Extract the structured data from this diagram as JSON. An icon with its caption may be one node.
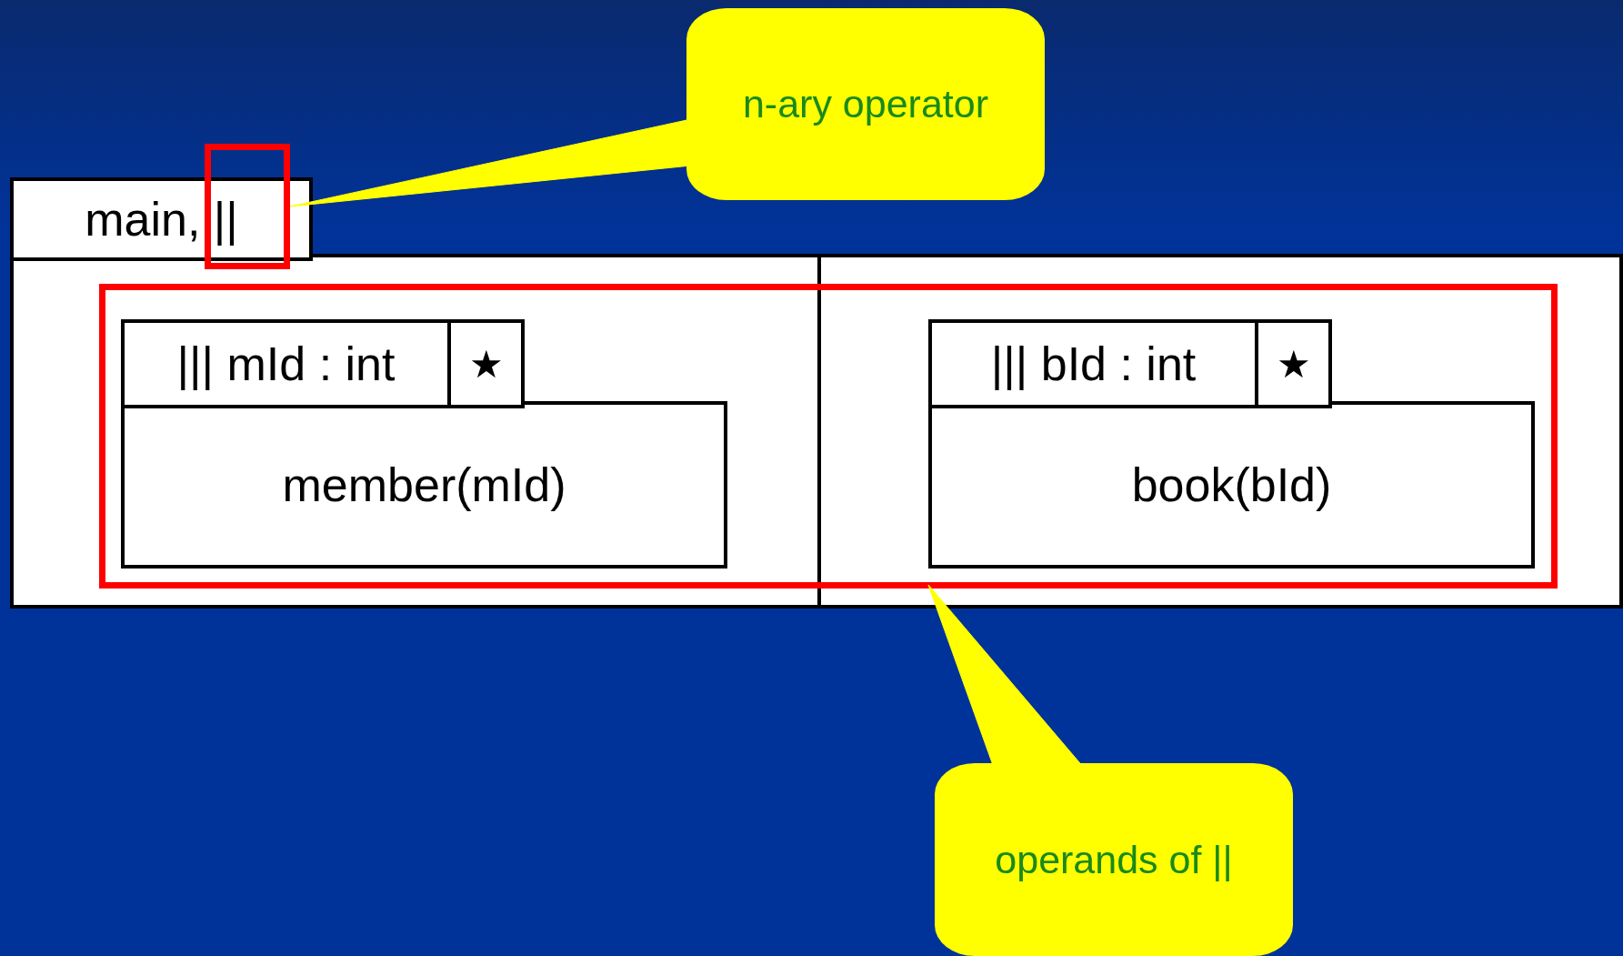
{
  "diagram": {
    "nodes": [
      {
        "text": [
          "main, ||"
        ]
      },
      {
        "text": [],
        "shape": "box"
      },
      {
        "text": [
          "||| mId : int",
          "★",
          "member(mId)"
        ],
        "in": 4
      },
      {
        "text": [
          "||| bId : int",
          "★",
          "book(bId)"
        ],
        "in": 4
      },
      {
        "text": [],
        "shape": "box",
        "in": 0
      },
      {
        "text": [
          "n-ary operator"
        ]
      },
      {
        "text": [
          "operands of ||"
        ]
      }
    ],
    "edges": [
      {
        "from": 5,
        "to": 1,
        "arrow": "none"
      },
      {
        "from": 6,
        "to": 4,
        "arrow": "none"
      }
    ]
  }
}
